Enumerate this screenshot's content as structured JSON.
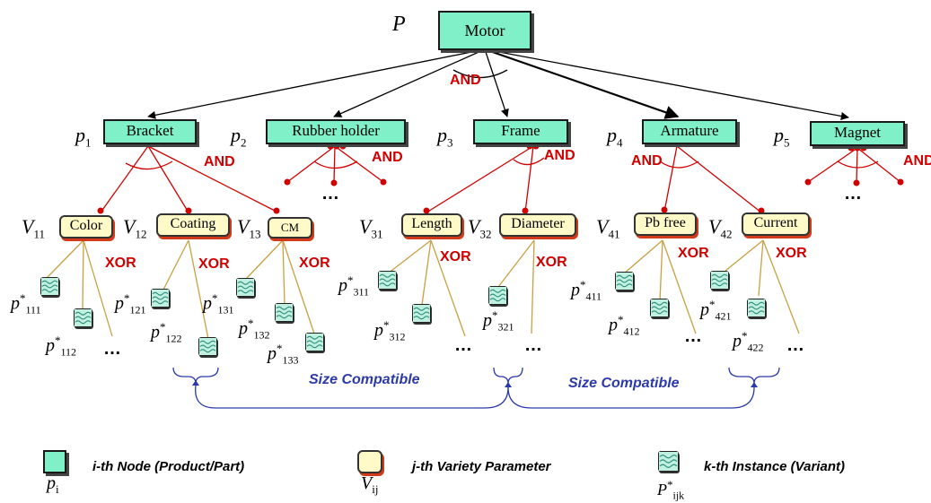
{
  "root": {
    "var": "P",
    "label": "Motor"
  },
  "parts": [
    {
      "var": "p",
      "sub": "1",
      "label": "Bracket"
    },
    {
      "var": "p",
      "sub": "2",
      "label": "Rubber holder"
    },
    {
      "var": "p",
      "sub": "3",
      "label": "Frame"
    },
    {
      "var": "p",
      "sub": "4",
      "label": "Armature"
    },
    {
      "var": "p",
      "sub": "5",
      "label": "Magnet"
    }
  ],
  "params": [
    {
      "var": "V",
      "sub": "11",
      "label": "Color"
    },
    {
      "var": "V",
      "sub": "12",
      "label": "Coating"
    },
    {
      "var": "V",
      "sub": "13",
      "label": "CM"
    },
    {
      "var": "V",
      "sub": "31",
      "label": "Length"
    },
    {
      "var": "V",
      "sub": "32",
      "label": "Diameter"
    },
    {
      "var": "V",
      "sub": "41",
      "label": "Pb free"
    },
    {
      "var": "V",
      "sub": "42",
      "label": "Current"
    }
  ],
  "instances": [
    {
      "var": "p",
      "sup": "*",
      "sub": "111"
    },
    {
      "var": "p",
      "sup": "*",
      "sub": "112"
    },
    {
      "var": "p",
      "sup": "*",
      "sub": "121"
    },
    {
      "var": "p",
      "sup": "*",
      "sub": "122"
    },
    {
      "var": "p",
      "sup": "*",
      "sub": "131"
    },
    {
      "var": "p",
      "sup": "*",
      "sub": "132"
    },
    {
      "var": "p",
      "sup": "*",
      "sub": "133"
    },
    {
      "var": "p",
      "sup": "*",
      "sub": "311"
    },
    {
      "var": "p",
      "sup": "*",
      "sub": "312"
    },
    {
      "var": "p",
      "sup": "*",
      "sub": "321"
    },
    {
      "var": "p",
      "sup": "*",
      "sub": "411"
    },
    {
      "var": "p",
      "sup": "*",
      "sub": "412"
    },
    {
      "var": "p",
      "sup": "*",
      "sub": "421"
    },
    {
      "var": "p",
      "sup": "*",
      "sub": "422"
    }
  ],
  "labels": {
    "and": "AND",
    "xor": "XOR",
    "ellipsis": "…",
    "size_compatible": "Size Compatible"
  },
  "legend": {
    "node_text": "i-th Node (Product/Part)",
    "node_sym": "p",
    "node_sub": "i",
    "param_text": "j-th Variety Parameter",
    "param_sym": "V",
    "param_sub": "ij",
    "inst_text": "k-th Instance (Variant)",
    "inst_sym": "P",
    "inst_sup": "*",
    "inst_sub": "ijk"
  },
  "colors": {
    "node_fill": "#7ff0c8",
    "param_fill": "#fffac8",
    "and_red": "#d10000",
    "xor_gold": "#c8a040",
    "bracket_blue": "#2b3aa8"
  }
}
